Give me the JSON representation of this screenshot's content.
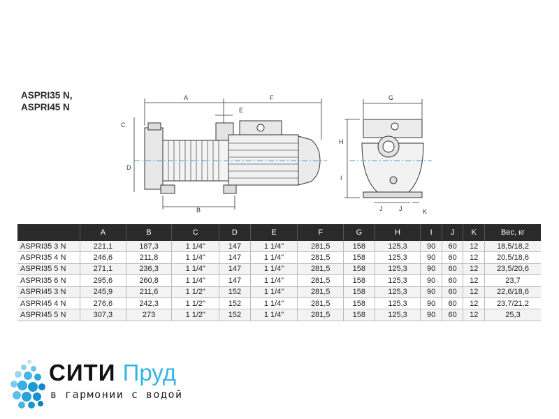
{
  "title_lines": [
    "ASPRI35 N,",
    "ASPRI45 N"
  ],
  "dimension_labels": {
    "A": "A",
    "B": "B",
    "C": "C",
    "D": "D",
    "E": "E",
    "F": "F",
    "G": "G",
    "H": "H",
    "I": "I",
    "J1": "J",
    "J2": "J",
    "K": "K"
  },
  "table": {
    "headers": [
      "",
      "A",
      "B",
      "C",
      "D",
      "E",
      "F",
      "G",
      "H",
      "I",
      "J",
      "K",
      "Вес, кг"
    ],
    "rows": [
      [
        "ASPRI35 3 N",
        "221,1",
        "187,3",
        "1 1/4\"",
        "147",
        "1 1/4\"",
        "281,5",
        "158",
        "125,3",
        "90",
        "60",
        "12",
        "18,5/18,2"
      ],
      [
        "ASPRI35 4 N",
        "246,6",
        "211,8",
        "1 1/4\"",
        "147",
        "1 1/4\"",
        "281,5",
        "158",
        "125,3",
        "90",
        "60",
        "12",
        "20,5/18,6"
      ],
      [
        "ASPRI35 5 N",
        "271,1",
        "236,3",
        "1 1/4\"",
        "147",
        "1 1/4\"",
        "281,5",
        "158",
        "125,3",
        "90",
        "60",
        "12",
        "23,5/20,6"
      ],
      [
        "ASPRI35 6 N",
        "295,6",
        "260,8",
        "1 1/4\"",
        "147",
        "1 1/4\"",
        "281,5",
        "158",
        "125,3",
        "90",
        "60",
        "12",
        "23,7"
      ],
      [
        "ASPRI45 3 N",
        "245,9",
        "211,6",
        "1 1/2\"",
        "152",
        "1 1/4\"",
        "281,5",
        "158",
        "125,3",
        "90",
        "60",
        "12",
        "22,6/18,6"
      ],
      [
        "ASPRI45 4 N",
        "276,6",
        "242,3",
        "1 1/2\"",
        "152",
        "1 1/4\"",
        "281,5",
        "158",
        "125,3",
        "90",
        "60",
        "12",
        "23,7/21,2"
      ],
      [
        "ASPRI45 5 N",
        "307,3",
        "273",
        "1 1/2\"",
        "152",
        "1 1/4\"",
        "281,5",
        "158",
        "125,3",
        "90",
        "60",
        "12",
        "25,3"
      ]
    ]
  },
  "logo": {
    "brand_main": "СИТИ",
    "brand_accent": "Пруд",
    "slogan": "в гармонии с водой",
    "colors": {
      "dark": "#111111",
      "accent": "#35b5e6"
    }
  }
}
